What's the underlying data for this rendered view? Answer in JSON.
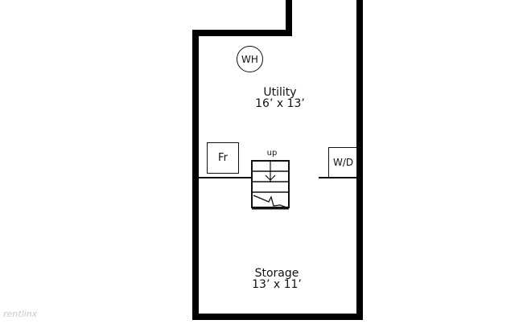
{
  "floorplan": {
    "rooms": [
      {
        "name": "Utility",
        "dimensions": "16’ x 13’"
      },
      {
        "name": "Storage",
        "dimensions": "13’ x 11’"
      }
    ],
    "fixtures": {
      "water_heater": "WH",
      "fridge": "Fr",
      "washer_dryer": "W/D",
      "stairs_label": "up"
    }
  },
  "watermark": "rentlinx"
}
